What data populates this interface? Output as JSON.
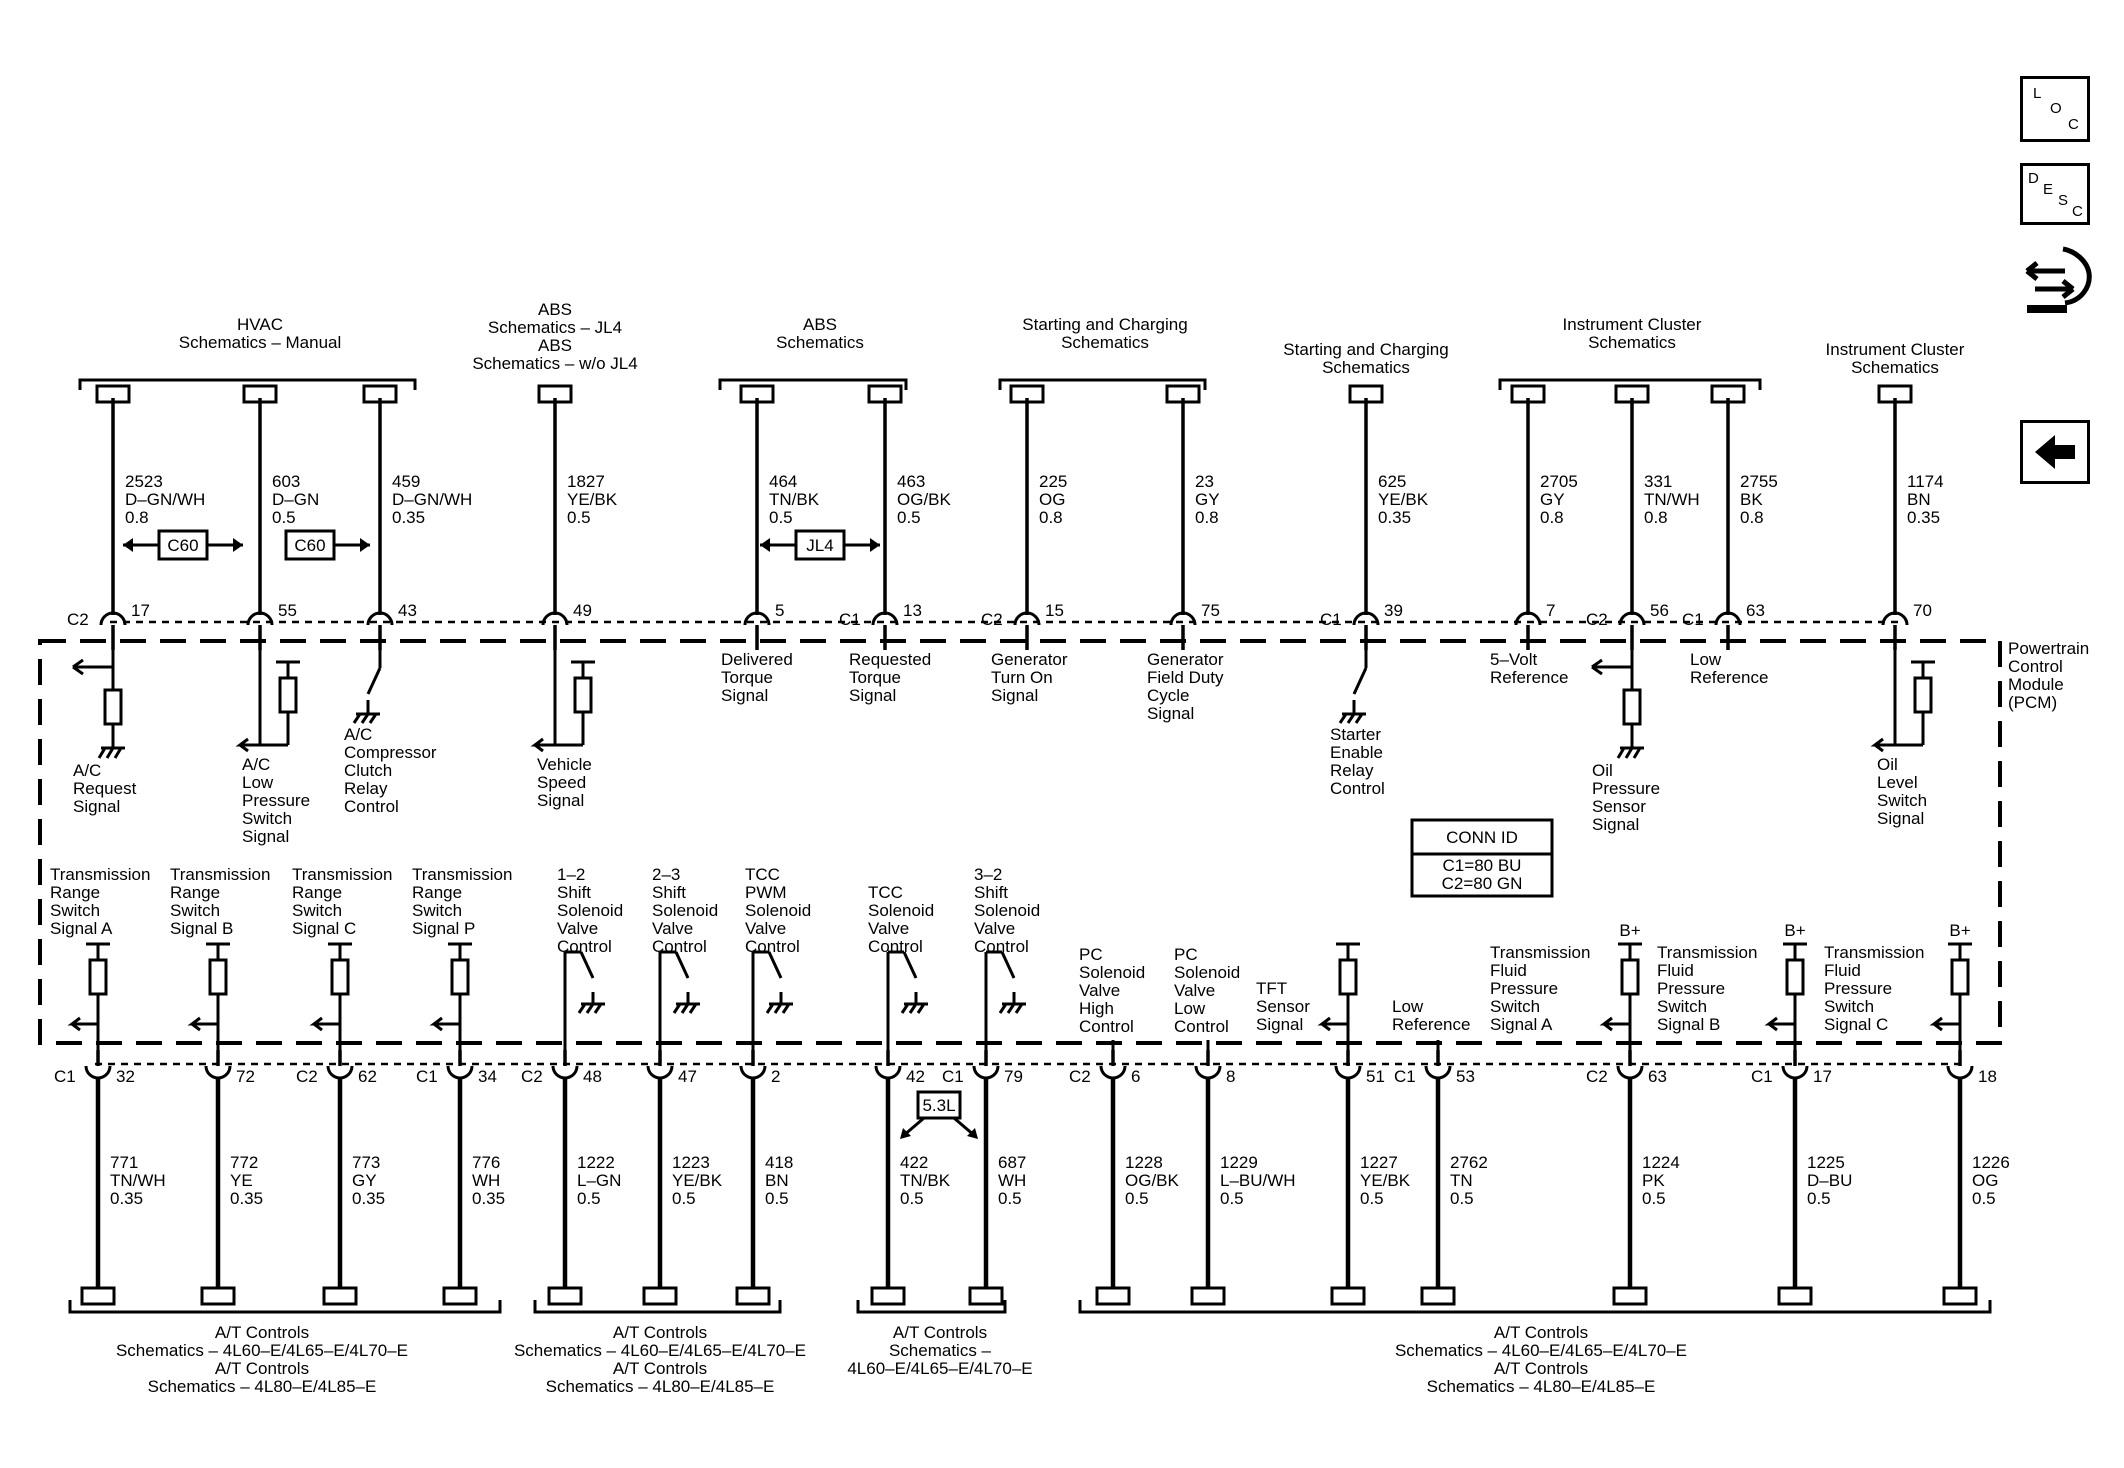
{
  "nav": {
    "loc": [
      "L",
      "O",
      "C"
    ],
    "desc": [
      "D",
      "E",
      "S",
      "C"
    ]
  },
  "module_label": [
    "Powertrain",
    "Control",
    "Module",
    "(PCM)"
  ],
  "conn_id": {
    "title": "CONN ID",
    "c1": "C1=80 BU",
    "c2": "C2=80 GN"
  },
  "engine_note": "5.3L",
  "top_groups": [
    {
      "lines": [
        "HVAC",
        "Schematics – Manual"
      ]
    },
    {
      "lines": [
        "ABS",
        "Schematics – JL4",
        "ABS",
        "Schematics – w/o JL4"
      ]
    },
    {
      "lines": [
        "ABS",
        "Schematics"
      ]
    },
    {
      "lines": [
        "Starting and Charging",
        "Schematics"
      ]
    },
    {
      "lines": [
        "Starting and Charging",
        "Schematics"
      ]
    },
    {
      "lines": [
        "Instrument Cluster",
        "Schematics"
      ]
    },
    {
      "lines": [
        "Instrument Cluster",
        "Schematics"
      ]
    }
  ],
  "top_wires": [
    {
      "conn": "C2",
      "pin": "17",
      "circuit": [
        "2523",
        "D–GN/WH",
        "0.8"
      ],
      "signal": [
        "A/C",
        "Request",
        "Signal"
      ]
    },
    {
      "conn": "",
      "pin": "55",
      "circuit": [
        "603",
        "D–GN",
        "0.5"
      ],
      "signal": [
        "A/C",
        "Low",
        "Pressure",
        "Switch",
        "Signal"
      ]
    },
    {
      "conn": "",
      "pin": "43",
      "circuit": [
        "459",
        "D–GN/WH",
        "0.35"
      ],
      "signal": [
        "A/C",
        "Compressor",
        "Clutch",
        "Relay",
        "Control"
      ]
    },
    {
      "conn": "",
      "pin": "49",
      "circuit": [
        "1827",
        "YE/BK",
        "0.5"
      ],
      "signal": [
        "Vehicle",
        "Speed",
        "Signal"
      ]
    },
    {
      "conn": "",
      "pin": "5",
      "circuit": [
        "464",
        "TN/BK",
        "0.5"
      ],
      "signal": [
        "Delivered",
        "Torque",
        "Signal"
      ]
    },
    {
      "conn": "C1",
      "pin": "13",
      "circuit": [
        "463",
        "OG/BK",
        "0.5"
      ],
      "signal": [
        "Requested",
        "Torque",
        "Signal"
      ]
    },
    {
      "conn": "C2",
      "pin": "15",
      "circuit": [
        "225",
        "OG",
        "0.8"
      ],
      "signal": [
        "Generator",
        "Turn On",
        "Signal"
      ]
    },
    {
      "conn": "",
      "pin": "75",
      "circuit": [
        "23",
        "GY",
        "0.8"
      ],
      "signal": [
        "Generator",
        "Field Duty",
        "Cycle",
        "Signal"
      ]
    },
    {
      "conn": "C1",
      "pin": "39",
      "circuit": [
        "625",
        "YE/BK",
        "0.35"
      ],
      "signal": [
        "Starter",
        "Enable",
        "Relay",
        "Control"
      ]
    },
    {
      "conn": "",
      "pin": "7",
      "circuit": [
        "2705",
        "GY",
        "0.8"
      ],
      "signal": [
        "5–Volt",
        "Reference"
      ]
    },
    {
      "conn": "C2",
      "pin": "56",
      "circuit": [
        "331",
        "TN/WH",
        "0.8"
      ],
      "signal": [
        "Oil",
        "Pressure",
        "Sensor",
        "Signal"
      ]
    },
    {
      "conn": "C1",
      "pin": "63",
      "circuit": [
        "2755",
        "BK",
        "0.8"
      ],
      "signal": [
        "Low",
        "Reference"
      ]
    },
    {
      "conn": "",
      "pin": "70",
      "circuit": [
        "1174",
        "BN",
        "0.35"
      ],
      "signal": [
        "Oil",
        "Level",
        "Switch",
        "Signal"
      ]
    }
  ],
  "top_notes": [
    "C60",
    "C60",
    "JL4"
  ],
  "bottom_wires": [
    {
      "conn": "C1",
      "pin": "32",
      "circuit": [
        "771",
        "TN/WH",
        "0.35"
      ],
      "signal": [
        "Transmission",
        "Range",
        "Switch",
        "Signal A"
      ]
    },
    {
      "conn": "",
      "pin": "72",
      "circuit": [
        "772",
        "YE",
        "0.35"
      ],
      "signal": [
        "Transmission",
        "Range",
        "Switch",
        "Signal B"
      ]
    },
    {
      "conn": "C2",
      "pin": "62",
      "circuit": [
        "773",
        "GY",
        "0.35"
      ],
      "signal": [
        "Transmission",
        "Range",
        "Switch",
        "Signal C"
      ]
    },
    {
      "conn": "C1",
      "pin": "34",
      "circuit": [
        "776",
        "WH",
        "0.35"
      ],
      "signal": [
        "Transmission",
        "Range",
        "Switch",
        "Signal P"
      ]
    },
    {
      "conn": "C2",
      "pin": "48",
      "circuit": [
        "1222",
        "L–GN",
        "0.5"
      ],
      "signal": [
        "1–2",
        "Shift",
        "Solenoid",
        "Valve",
        "Control"
      ]
    },
    {
      "conn": "",
      "pin": "47",
      "circuit": [
        "1223",
        "YE/BK",
        "0.5"
      ],
      "signal": [
        "2–3",
        "Shift",
        "Solenoid",
        "Valve",
        "Control"
      ]
    },
    {
      "conn": "",
      "pin": "2",
      "circuit": [
        "418",
        "BN",
        "0.5"
      ],
      "signal": [
        "TCC",
        "PWM",
        "Solenoid",
        "Valve",
        "Control"
      ]
    },
    {
      "conn": "",
      "pin": "42",
      "circuit": [
        "422",
        "TN/BK",
        "0.5"
      ],
      "signal": [
        "TCC",
        "Solenoid",
        "Valve",
        "Control"
      ]
    },
    {
      "conn": "C1",
      "pin": "79",
      "circuit": [
        "687",
        "WH",
        "0.5"
      ],
      "signal": [
        "3–2",
        "Shift",
        "Solenoid",
        "Valve",
        "Control"
      ]
    },
    {
      "conn": "C2",
      "pin": "6",
      "circuit": [
        "1228",
        "OG/BK",
        "0.5"
      ],
      "signal": [
        "PC",
        "Solenoid",
        "Valve",
        "High",
        "Control"
      ]
    },
    {
      "conn": "",
      "pin": "8",
      "circuit": [
        "1229",
        "L–BU/WH",
        "0.5"
      ],
      "signal": [
        "PC",
        "Solenoid",
        "Valve",
        "Low",
        "Control"
      ]
    },
    {
      "conn": "",
      "pin": "51",
      "circuit": [
        "1227",
        "YE/BK",
        "0.5"
      ],
      "signal": [
        "TFT",
        "Sensor",
        "Signal"
      ]
    },
    {
      "conn": "C1",
      "pin": "53",
      "circuit": [
        "2762",
        "TN",
        "0.5"
      ],
      "signal": [
        "Low",
        "Reference"
      ]
    },
    {
      "conn": "C2",
      "pin": "63",
      "circuit": [
        "1224",
        "PK",
        "0.5"
      ],
      "signal": [
        "Transmission",
        "Fluid",
        "Pressure",
        "Switch",
        "Signal A"
      ]
    },
    {
      "conn": "C1",
      "pin": "17",
      "circuit": [
        "1225",
        "D–BU",
        "0.5"
      ],
      "signal": [
        "Transmission",
        "Fluid",
        "Pressure",
        "Switch",
        "Signal B"
      ]
    },
    {
      "conn": "",
      "pin": "18",
      "circuit": [
        "1226",
        "OG",
        "0.5"
      ],
      "signal": [
        "Transmission",
        "Fluid",
        "Pressure",
        "Switch",
        "Signal C"
      ]
    }
  ],
  "bplus": "B+",
  "bottom_groups": [
    {
      "lines": [
        "A/T Controls",
        "Schematics – 4L60–E/4L65–E/4L70–E",
        "A/T Controls",
        "Schematics – 4L80–E/4L85–E"
      ]
    },
    {
      "lines": [
        "A/T Controls",
        "Schematics – 4L60–E/4L65–E/4L70–E",
        "A/T Controls",
        "Schematics – 4L80–E/4L85–E"
      ]
    },
    {
      "lines": [
        "A/T Controls",
        "Schematics –",
        "4L60–E/4L65–E/4L70–E"
      ]
    },
    {
      "lines": [
        "A/T Controls",
        "Schematics – 4L60–E/4L65–E/4L70–E",
        "A/T Controls",
        "Schematics – 4L80–E/4L85–E"
      ]
    }
  ]
}
